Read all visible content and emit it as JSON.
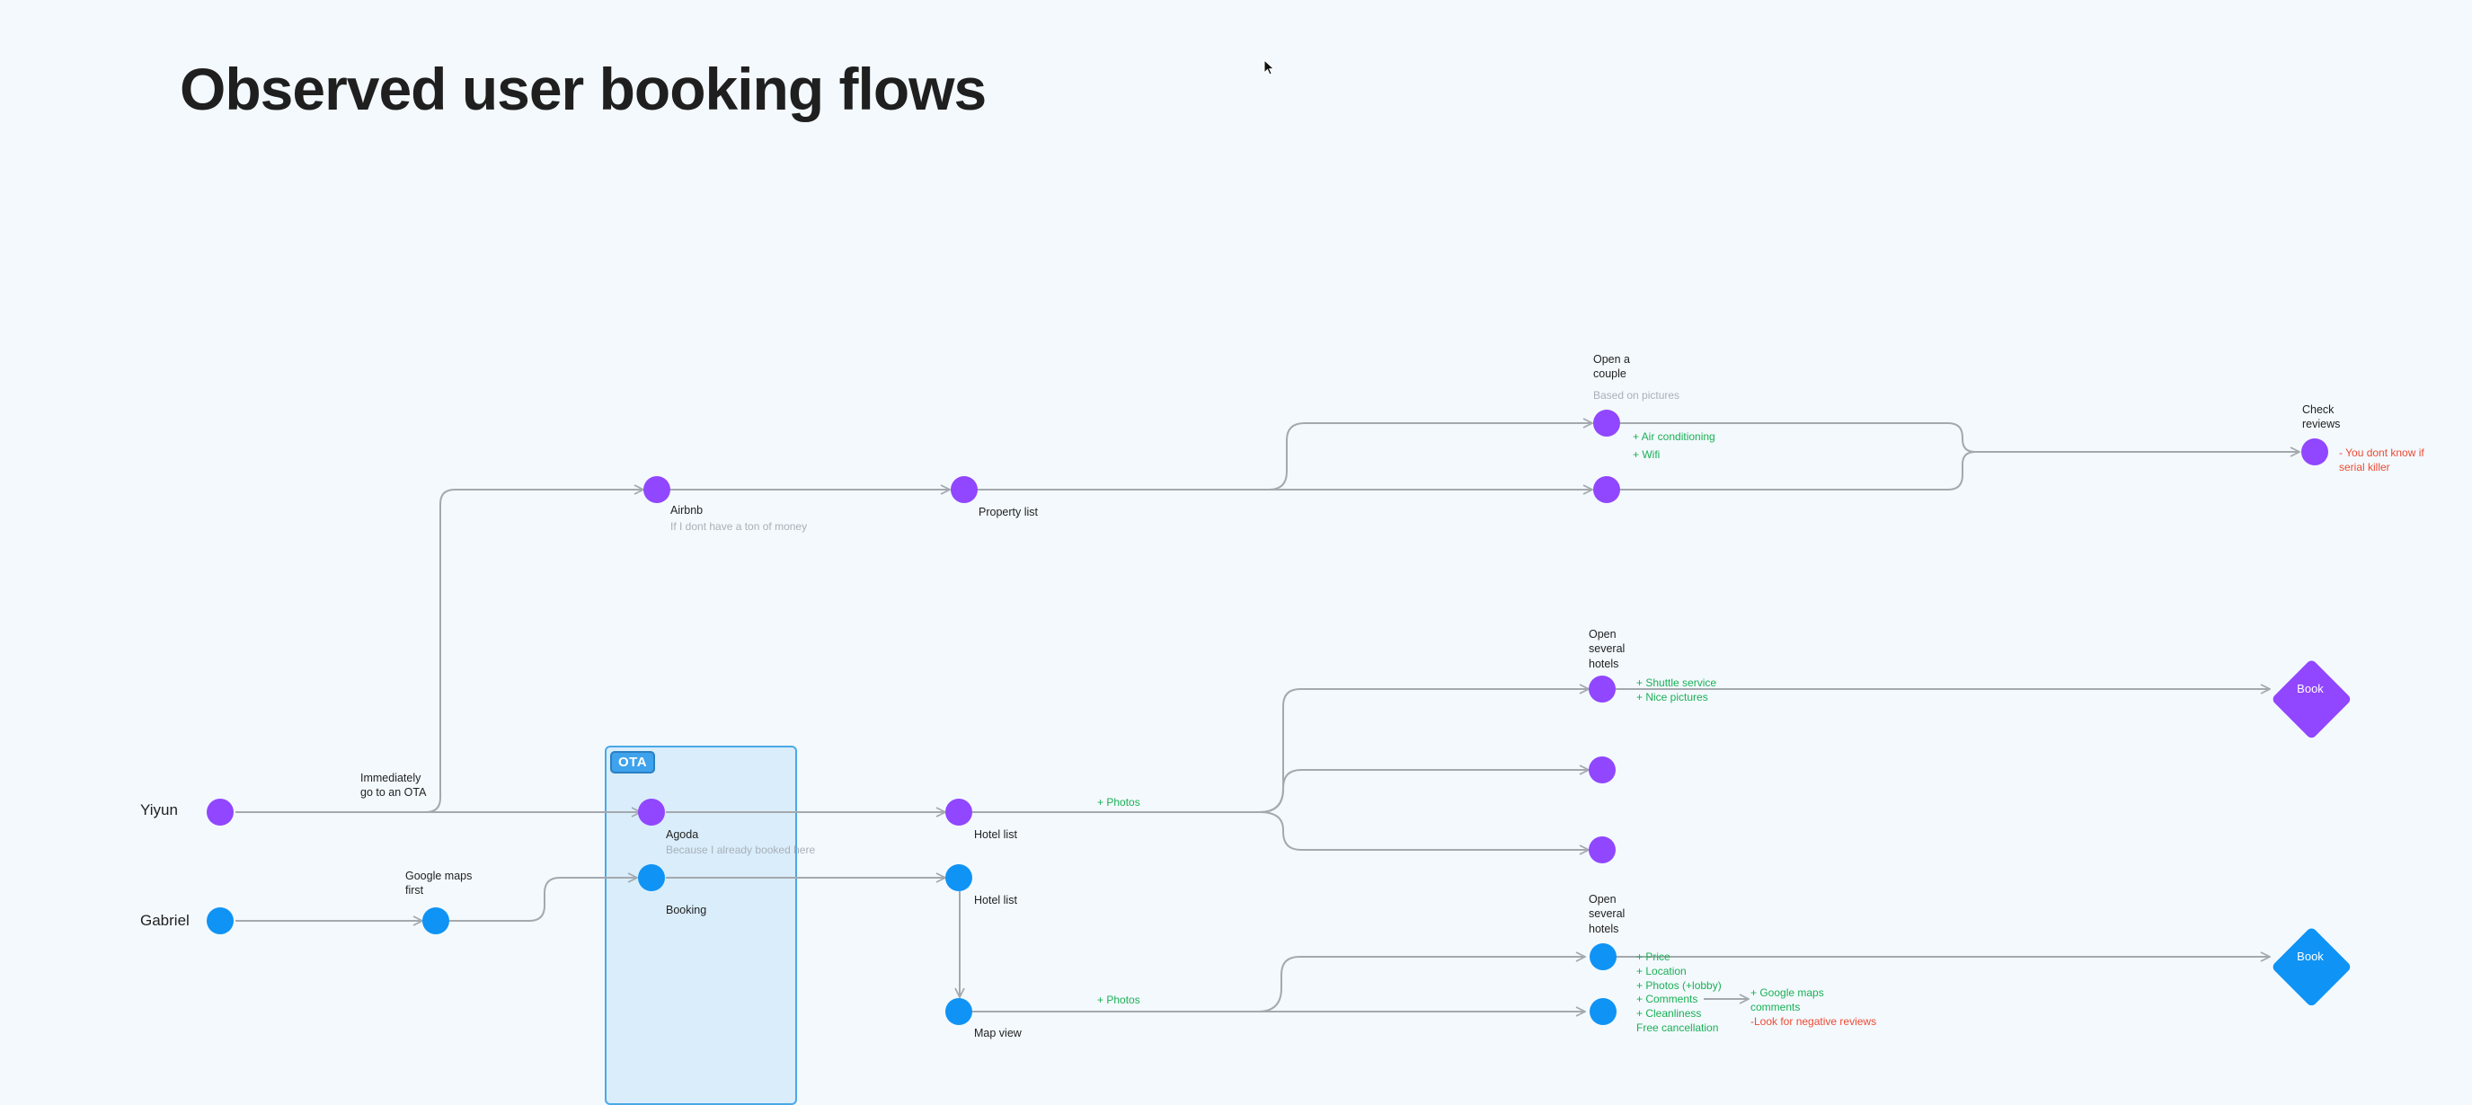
{
  "title": "Observed user booking flows",
  "colors": {
    "background": "#f3f9fd",
    "yiyun": "#9146ff",
    "gabriel": "#0f93f5",
    "connector": "#a4a9ae",
    "positive": "#1bb055",
    "negative": "#ef4a33",
    "ota_fill": "#d9edfb",
    "ota_border": "#4aa8e8"
  },
  "users": {
    "yiyun": "Yiyun",
    "gabriel": "Gabriel"
  },
  "ota_label": "OTA",
  "labels": {
    "immediately": "Immediately\ngo to an OTA",
    "google_maps_first": "Google maps\nfirst",
    "airbnb": "Airbnb",
    "airbnb_note": "If I dont have a ton of money",
    "property_list": "Property list",
    "open_couple": "Open a\ncouple",
    "open_couple_note": "Based on pictures",
    "aircon_wifi": "+ Air conditioning\n+ Wifi",
    "check_reviews": "Check\nreviews",
    "serial_killer": "- You dont know if\nserial killer",
    "agoda": "Agoda",
    "agoda_note": "Because I already booked here",
    "hotel_list_yiyun": "Hotel list",
    "photos_yiyun": "+ Photos",
    "open_several_yiyun": "Open\nseveral\nhotels",
    "shuttle_pictures": "+ Shuttle service\n+ Nice pictures",
    "book_yiyun": "Book",
    "booking": "Booking",
    "hotel_list_gabriel": "Hotel list",
    "map_view": "Map view",
    "photos_gabriel": "+ Photos",
    "open_several_gabriel": "Open\nseveral\nhotels",
    "criteria": "+ Price\n+ Location\n+ Photos (+lobby)\n+ Comments\n+ Cleanliness\nFree cancellation",
    "google_maps_comments": "+ Google maps\ncomments",
    "negative_reviews": "-Look for negative reviews",
    "book_gabriel": "Book"
  }
}
